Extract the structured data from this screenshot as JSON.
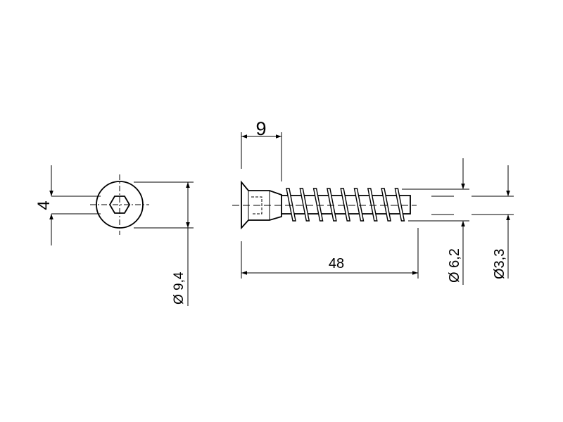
{
  "drawing": {
    "subject": "screw",
    "dimensions": {
      "head_length": "9",
      "total_length": "48",
      "hex_socket": "4",
      "head_diameter": "Ø 9,4",
      "thread_diameter": "Ø 6,2",
      "core_diameter": "Ø3,3"
    },
    "line_color": "#000000",
    "background": "#ffffff"
  }
}
